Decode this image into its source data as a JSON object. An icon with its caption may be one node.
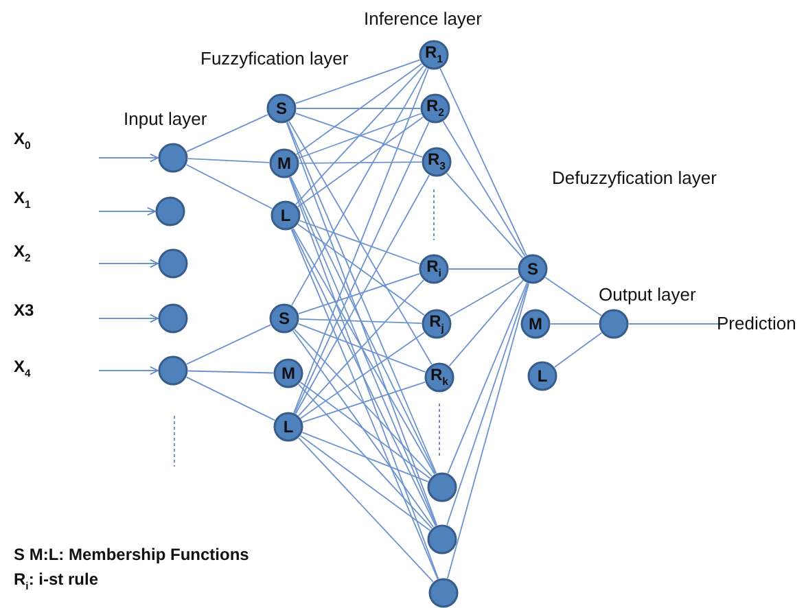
{
  "diagram": {
    "nodes": [
      {
        "text": [],
        "shape": "circle"
      },
      {
        "text": [],
        "shape": "circle"
      },
      {
        "text": [],
        "shape": "circle"
      },
      {
        "text": [],
        "shape": "circle"
      },
      {
        "text": [],
        "shape": "circle"
      },
      {
        "text": [
          "S"
        ]
      },
      {
        "text": [
          "M"
        ]
      },
      {
        "text": [
          "L"
        ]
      },
      {
        "text": [
          "S"
        ]
      },
      {
        "text": [
          "M"
        ]
      },
      {
        "text": [
          "L"
        ]
      },
      {
        "text": [
          "R$_{1}$"
        ]
      },
      {
        "text": [
          "R$_{2}$"
        ]
      },
      {
        "text": [
          "R$_{3}$"
        ]
      },
      {
        "text": [
          "R$_{i}$"
        ]
      },
      {
        "text": [
          "R$_{j}$"
        ]
      },
      {
        "text": [
          "R$_{k}$"
        ]
      },
      {
        "text": [],
        "shape": "circle"
      },
      {
        "text": [],
        "shape": "circle"
      },
      {
        "text": [],
        "shape": "circle"
      },
      {
        "text": [
          "S"
        ]
      },
      {
        "text": [
          "M"
        ]
      },
      {
        "text": [
          "L"
        ]
      },
      {
        "text": [],
        "shape": "circle"
      },
      {
        "text": [
          "Prediction"
        ]
      }
    ],
    "edges": [
      {
        "from": null,
        "to": 0,
        "arrow": "to"
      },
      {
        "from": null,
        "to": 1,
        "arrow": "to"
      },
      {
        "from": null,
        "to": 2,
        "arrow": "to"
      },
      {
        "from": null,
        "to": 3,
        "arrow": "to"
      },
      {
        "from": null,
        "to": 4,
        "arrow": "to"
      },
      {
        "from": 0,
        "to": 5,
        "arrow": "none"
      },
      {
        "from": 0,
        "to": 6,
        "arrow": "none"
      },
      {
        "from": 0,
        "to": 7,
        "arrow": "none"
      },
      {
        "from": 4,
        "to": 8,
        "arrow": "none"
      },
      {
        "from": 4,
        "to": 9,
        "arrow": "none"
      },
      {
        "from": 4,
        "to": 10,
        "arrow": "none"
      },
      {
        "from": 5,
        "to": 11,
        "arrow": "none"
      },
      {
        "from": 5,
        "to": 12,
        "arrow": "none"
      },
      {
        "from": 5,
        "to": 13,
        "arrow": "none"
      },
      {
        "from": 5,
        "to": 16,
        "arrow": "none"
      },
      {
        "from": 5,
        "to": 17,
        "arrow": "none"
      },
      {
        "from": 5,
        "to": 18,
        "arrow": "none"
      },
      {
        "from": 6,
        "to": 11,
        "arrow": "none"
      },
      {
        "from": 6,
        "to": 12,
        "arrow": "none"
      },
      {
        "from": 6,
        "to": 13,
        "arrow": "none"
      },
      {
        "from": 6,
        "to": 17,
        "arrow": "none"
      },
      {
        "from": 6,
        "to": 18,
        "arrow": "none"
      },
      {
        "from": 6,
        "to": 19,
        "arrow": "none"
      },
      {
        "from": 7,
        "to": 11,
        "arrow": "none"
      },
      {
        "from": 7,
        "to": 12,
        "arrow": "none"
      },
      {
        "from": 7,
        "to": 14,
        "arrow": "none"
      },
      {
        "from": 7,
        "to": 15,
        "arrow": "none"
      },
      {
        "from": 7,
        "to": 17,
        "arrow": "none"
      },
      {
        "from": 7,
        "to": 18,
        "arrow": "none"
      },
      {
        "from": 7,
        "to": 19,
        "arrow": "none"
      },
      {
        "from": 8,
        "to": 11,
        "arrow": "none"
      },
      {
        "from": 8,
        "to": 14,
        "arrow": "none"
      },
      {
        "from": 8,
        "to": 15,
        "arrow": "none"
      },
      {
        "from": 8,
        "to": 16,
        "arrow": "none"
      },
      {
        "from": 8,
        "to": 17,
        "arrow": "none"
      },
      {
        "from": 8,
        "to": 18,
        "arrow": "none"
      },
      {
        "from": 9,
        "to": 17,
        "arrow": "none"
      },
      {
        "from": 9,
        "to": 18,
        "arrow": "none"
      },
      {
        "from": 10,
        "to": 11,
        "arrow": "none"
      },
      {
        "from": 10,
        "to": 12,
        "arrow": "none"
      },
      {
        "from": 10,
        "to": 13,
        "arrow": "none"
      },
      {
        "from": 10,
        "to": 14,
        "arrow": "none"
      },
      {
        "from": 10,
        "to": 15,
        "arrow": "none"
      },
      {
        "from": 10,
        "to": 16,
        "arrow": "none"
      },
      {
        "from": 10,
        "to": 17,
        "arrow": "none"
      },
      {
        "from": 10,
        "to": 18,
        "arrow": "none"
      },
      {
        "from": 10,
        "to": 19,
        "arrow": "none"
      },
      {
        "from": 11,
        "to": 20,
        "arrow": "none"
      },
      {
        "from": 12,
        "to": 20,
        "arrow": "none"
      },
      {
        "from": 13,
        "to": 20,
        "arrow": "none"
      },
      {
        "from": 14,
        "to": 20,
        "arrow": "none"
      },
      {
        "from": 15,
        "to": 20,
        "arrow": "none"
      },
      {
        "from": 16,
        "to": 20,
        "arrow": "none"
      },
      {
        "from": 17,
        "to": 20,
        "arrow": "none"
      },
      {
        "from": 18,
        "to": 20,
        "arrow": "none"
      },
      {
        "from": 19,
        "to": 20,
        "arrow": "none"
      },
      {
        "from": 20,
        "to": 23,
        "arrow": "none"
      },
      {
        "from": 21,
        "to": 23,
        "arrow": "none"
      },
      {
        "from": 22,
        "to": 23,
        "arrow": "none"
      },
      {
        "from": 23,
        "to": 24,
        "arrow": "none"
      }
    ],
    "labels": [
      "Inference layer",
      "Fuzzyfication layer",
      "Input layer",
      "X$_{0}$",
      "Defuzzyfication layer",
      "X$_{1}$",
      "X$_{2}$",
      "Output layer",
      "X3",
      "X$_{4}$",
      "S M:L: Membership Functions",
      "R$_{i}$: i-st rule"
    ]
  }
}
